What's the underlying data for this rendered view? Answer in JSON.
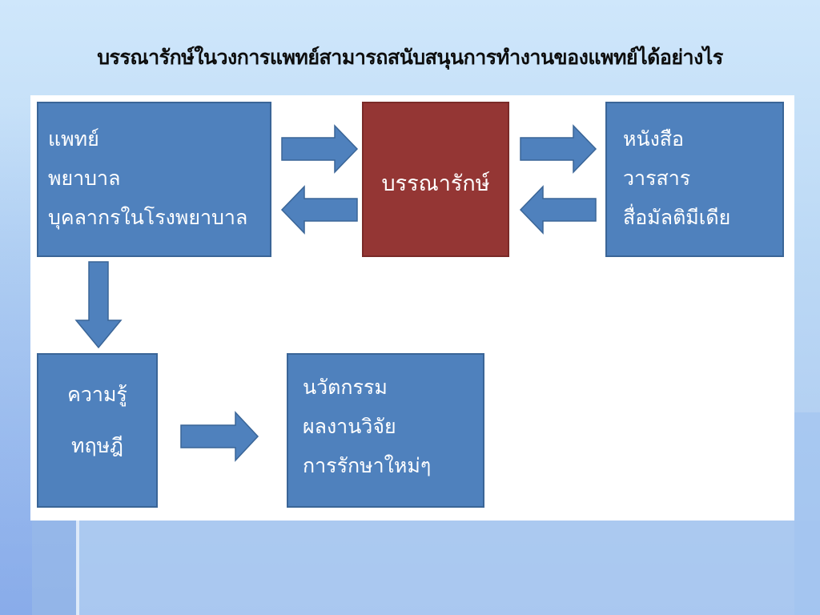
{
  "slide": {
    "title": "บรรณารักษ์ในวงการแพทย์สามารถสนับสนุนการทำงานของแพทย์ได้อย่างไร"
  },
  "diagram": {
    "nodes": {
      "staff": {
        "lines": [
          "แพทย์",
          "พยาบาล",
          "บุคลากรในโรงพยาบาล"
        ]
      },
      "librarian": {
        "lines": [
          "บรรณารักษ์"
        ]
      },
      "media": {
        "lines": [
          "หนังสือ",
          "วารสาร",
          "สื่อมัลติมีเดีย"
        ]
      },
      "knowledge": {
        "lines": [
          "ความรู้",
          "ทฤษฎี"
        ]
      },
      "innovation": {
        "lines": [
          "นวัตกรรม",
          "ผลงานวิจัย",
          "การรักษาใหม่ๆ"
        ]
      }
    },
    "colors": {
      "box_blue": "#4f81bd",
      "box_red": "#943634",
      "arrow_blue": "#4f81bd",
      "text": "#ffffff"
    }
  }
}
